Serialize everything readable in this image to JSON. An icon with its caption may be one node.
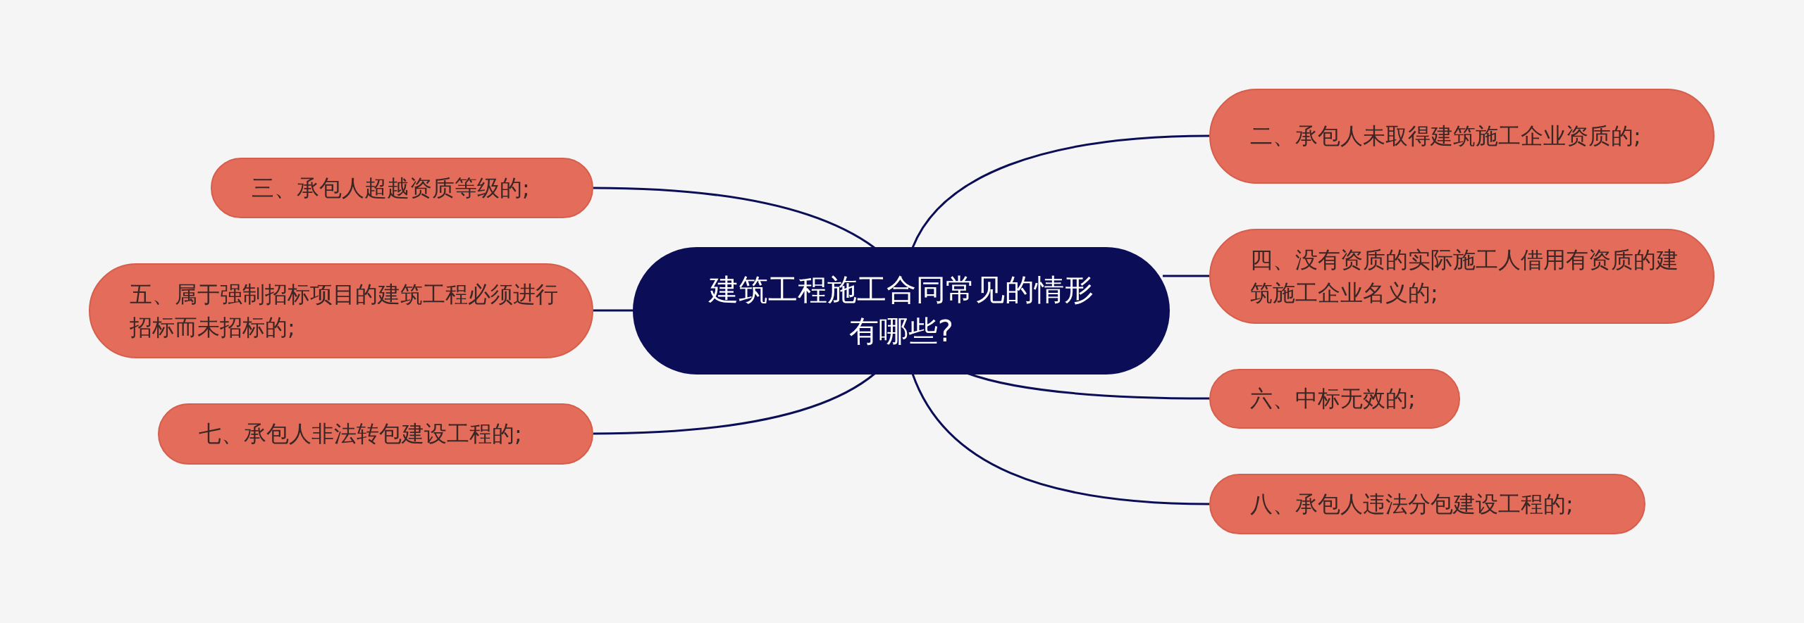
{
  "diagram": {
    "nodes": [
      {
        "text": [
          "建筑工程施工合同常见的情形有哪些?"
        ]
      },
      {
        "text": [
          "二、承包人未取得建筑施工企业资质的;"
        ]
      },
      {
        "text": [
          "三、承包人超越资质等级的;"
        ]
      },
      {
        "text": [
          "四、没有资质的实际施工人借用有资质的建筑施工企业名义的;"
        ]
      },
      {
        "text": [
          "五、属于强制招标项目的建筑工程必须进行招标而未招标的;"
        ]
      },
      {
        "text": [
          "六、中标无效的;"
        ]
      },
      {
        "text": [
          "七、承包人非法转包建设工程的;"
        ]
      },
      {
        "text": [
          "八、承包人违法分包建设工程的;"
        ]
      }
    ],
    "edges": [
      {
        "from": 0,
        "to": 1,
        "arrow": "none"
      },
      {
        "from": 0,
        "to": 2,
        "arrow": "none"
      },
      {
        "from": 0,
        "to": 3,
        "arrow": "none"
      },
      {
        "from": 0,
        "to": 4,
        "arrow": "none"
      },
      {
        "from": 0,
        "to": 5,
        "arrow": "none"
      },
      {
        "from": 0,
        "to": 6,
        "arrow": "none"
      },
      {
        "from": 0,
        "to": 7,
        "arrow": "none"
      }
    ]
  }
}
